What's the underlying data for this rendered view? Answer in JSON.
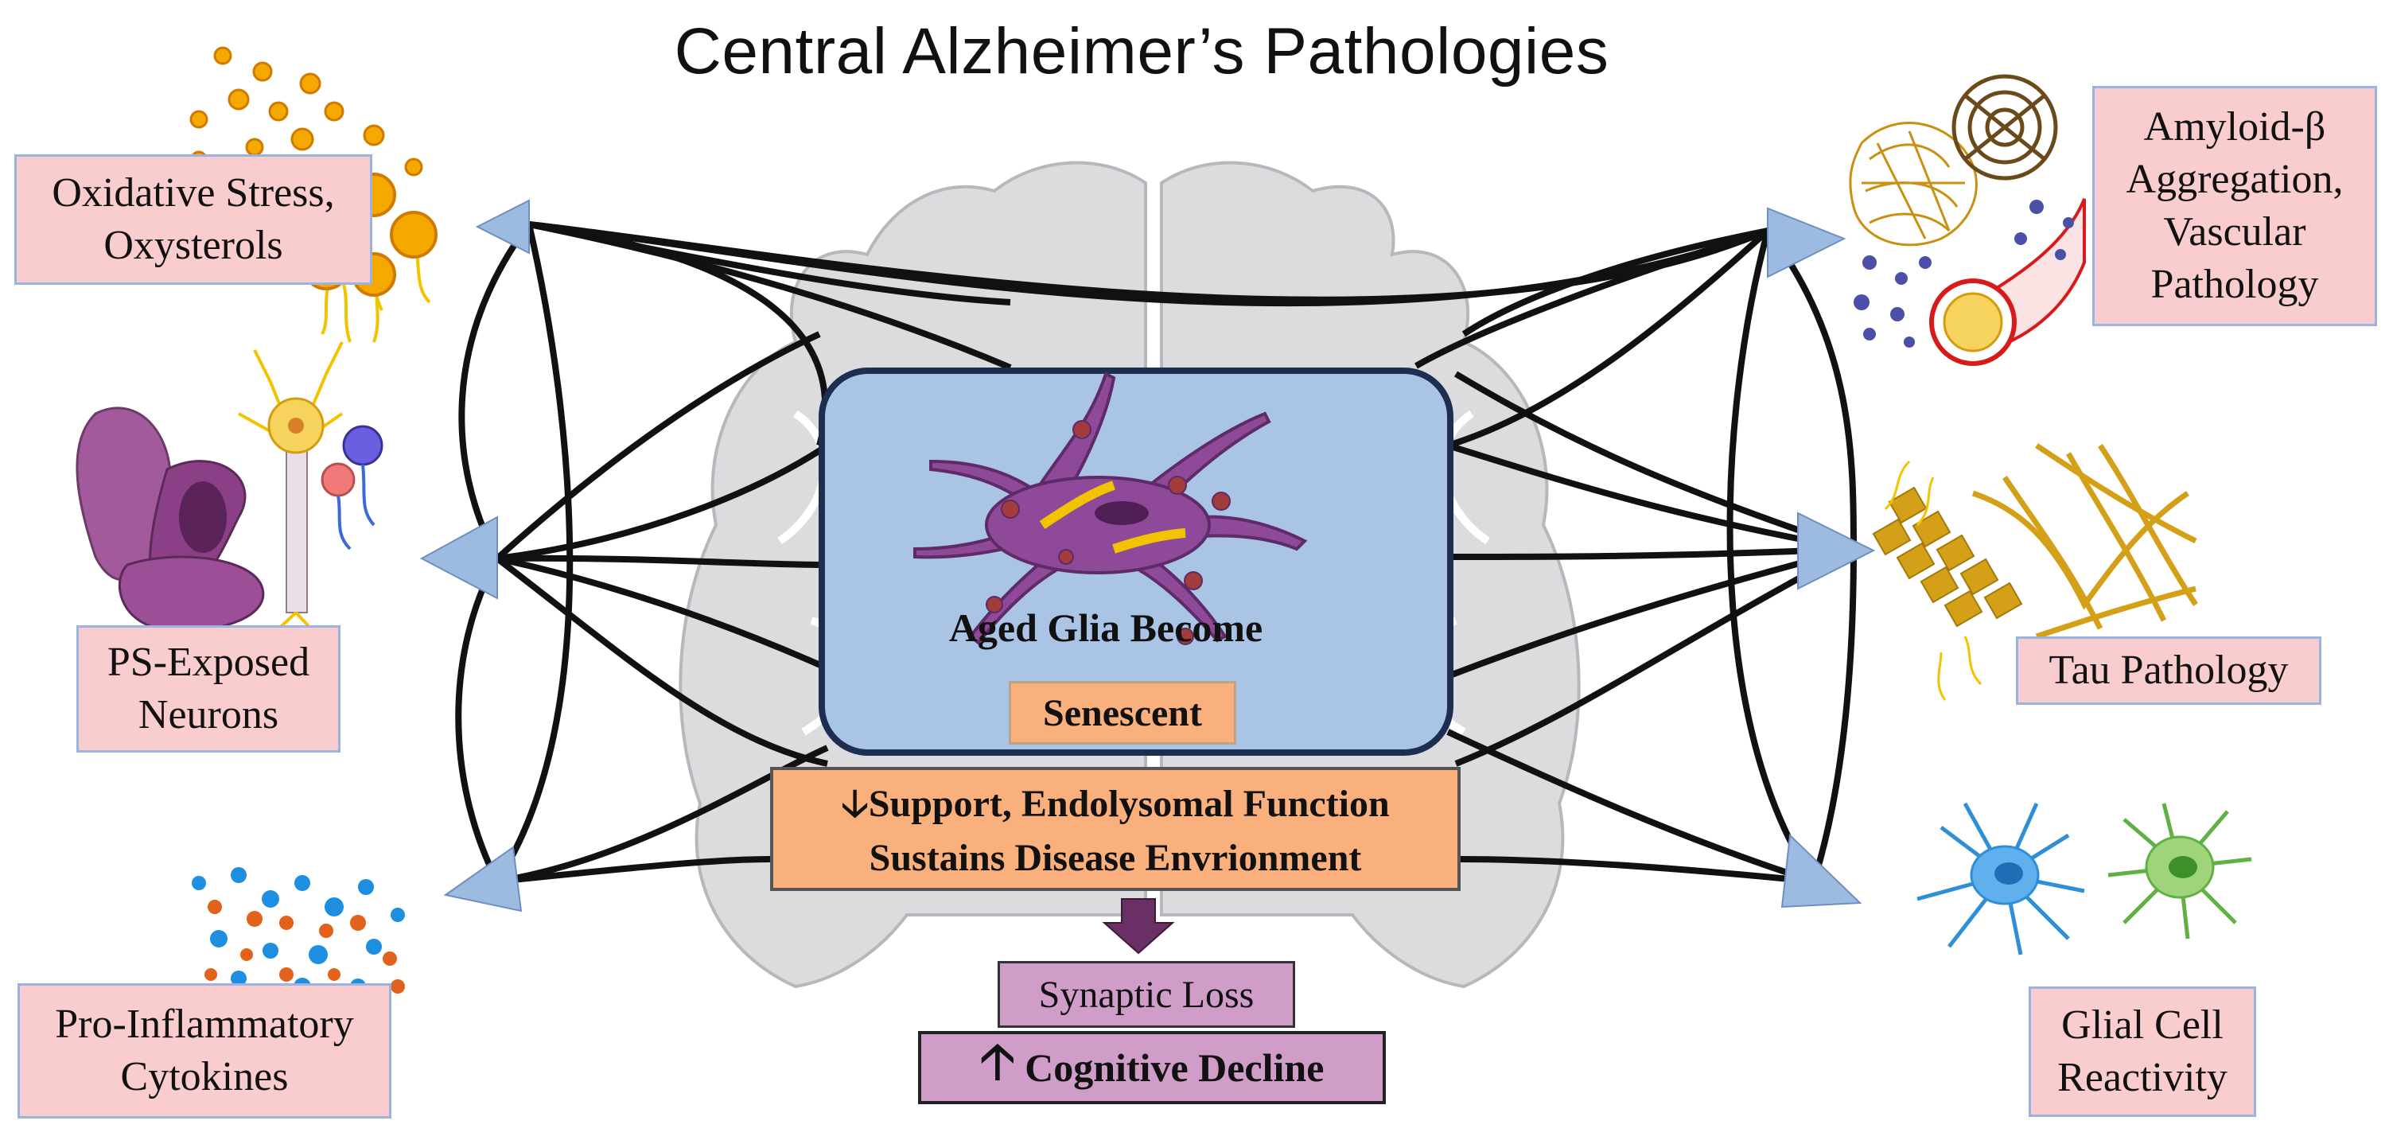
{
  "title": "Central Alzheimer’s Pathologies",
  "center": {
    "title": "Aged Glia Become",
    "state": "Senescent",
    "effects": {
      "line1": "Support, Endolysomal Function",
      "line2": "Sustains Disease Envrionment",
      "line1_direction": "decrease"
    },
    "outcome1": "Synaptic Loss",
    "outcome2": "Cognitive Decline",
    "outcome2_direction": "increase"
  },
  "pathologies": {
    "left_top": [
      "Oxidative Stress,",
      "Oxysterols"
    ],
    "left_middle": [
      "PS-Exposed",
      "Neurons"
    ],
    "left_bottom": [
      "Pro-Inflammatory",
      "Cytokines"
    ],
    "right_top": [
      "Amyloid-β",
      "Aggregation,",
      "Vascular",
      "Pathology"
    ],
    "right_middle": [
      "Tau Pathology"
    ],
    "right_bottom": [
      "Glial Cell",
      "Reactivity"
    ]
  },
  "icons": {
    "center": "senescent-glia-cell-icon",
    "left_top": "oxysterol-lipid-droplets-icon",
    "left_middle": "ps-exposed-neuron-icon",
    "left_bottom": "cytokine-particles-icon",
    "right_top": "amyloid-plaque-vessel-icon",
    "right_middle": "tau-tangles-icon",
    "right_bottom": "reactive-glia-icon",
    "background": "brain-section-icon"
  },
  "colors": {
    "label_fill": "#f9cccd",
    "label_border": "#9bb3e0",
    "center_box": "#a9c4e4",
    "center_border": "#1c2e52",
    "orange_box": "#f9b07d",
    "purple_box": "#cf9dc8",
    "triangle": "#9dbbe0",
    "glia_cell": "#8e4a98",
    "brain": "#d9d9dc"
  }
}
